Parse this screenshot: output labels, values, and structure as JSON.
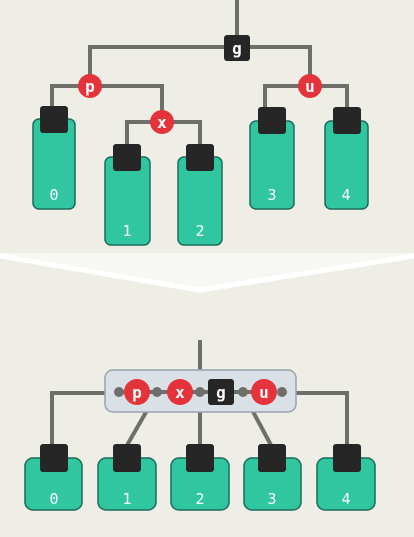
{
  "colors": {
    "background": "#eeede6",
    "edge": "#6e6e6a",
    "red_node": "#e4333a",
    "black_node": "#262626",
    "subtree_fill": "#2fc6a0",
    "subtree_stroke": "#1a6b58",
    "merged_fill": "#d9e0e6",
    "merged_stroke": "#9aa2ad",
    "divider": "#ffffff"
  },
  "before": {
    "nodes": {
      "g": {
        "label": "g",
        "color": "black"
      },
      "p": {
        "label": "p",
        "color": "red"
      },
      "x": {
        "label": "x",
        "color": "red"
      },
      "u": {
        "label": "u",
        "color": "red"
      }
    },
    "subtrees": [
      "0",
      "1",
      "2",
      "3",
      "4"
    ]
  },
  "after": {
    "merged_node": [
      "p",
      "x",
      "g",
      "u"
    ],
    "subtrees": [
      "0",
      "1",
      "2",
      "3",
      "4"
    ]
  }
}
